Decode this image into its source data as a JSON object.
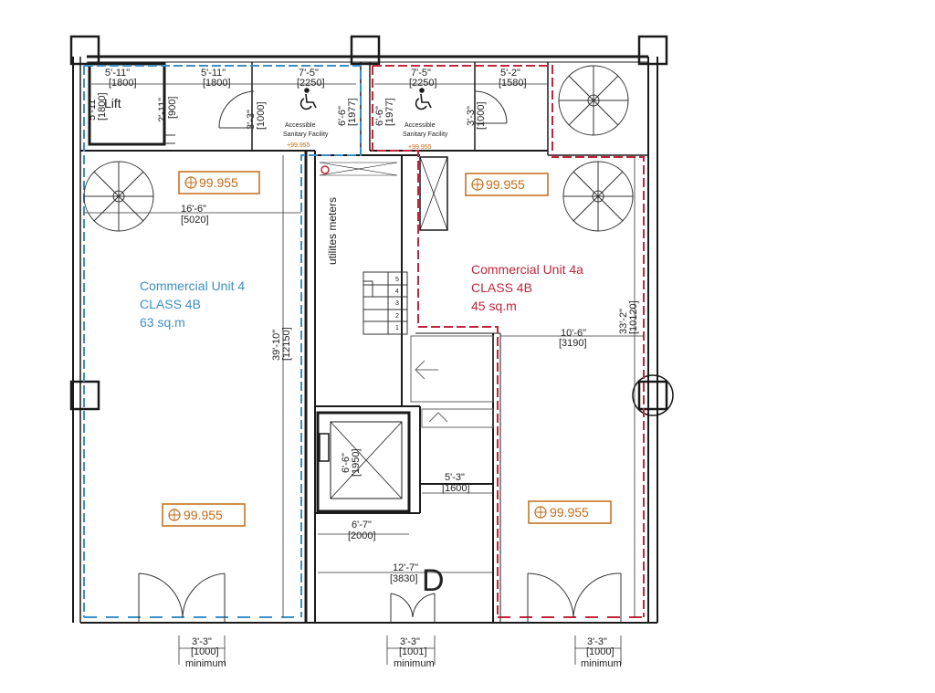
{
  "units": {
    "unit4": {
      "name": "Commercial Unit 4",
      "class": "CLASS 4B",
      "area": "63 sq.m"
    },
    "unit4a": {
      "name": "Commercial Unit 4a",
      "class": "CLASS 4B",
      "area": "45 sq.m"
    }
  },
  "rooms": {
    "lift_label": "Lift",
    "sanitary_left": {
      "line1": "Accessible",
      "line2": "Sanitary Facility",
      "level": "+99.955"
    },
    "sanitary_right": {
      "line1": "Accessible",
      "line2": "Sanitary Facility",
      "level": "+99.955"
    },
    "utilities": "utilites meters",
    "door_letter": "D"
  },
  "levels": {
    "unit4_top": "99.955",
    "unit4a_top": "99.955",
    "unit4_bottom": "99.955",
    "unit4a_bottom": "99.955"
  },
  "dimensions": {
    "d_5_11_top_a": {
      "imp": "5'-11\"",
      "met": "[1800]"
    },
    "d_5_11_top_b": {
      "imp": "5'-11\"",
      "met": "[1800]"
    },
    "d_7_5_left": {
      "imp": "7'-5\"",
      "met": "[2250]"
    },
    "d_7_5_right": {
      "imp": "7'-5\"",
      "met": "[2250]"
    },
    "d_5_2": {
      "imp": "5'-2\"",
      "met": "[1580]"
    },
    "d_lift_v": {
      "imp": "5'-11\"",
      "met": "[1800]"
    },
    "d_2_11": {
      "imp": "2'-11\"",
      "met": "[900]"
    },
    "d_3_3_left": {
      "imp": "3'-3\"",
      "met": "[1000]"
    },
    "d_6_6_left": {
      "imp": "6'-6\"",
      "met": "[1977]"
    },
    "d_6_6_right": {
      "imp": "6'-6\"",
      "met": "[1977]"
    },
    "d_3_3_right": {
      "imp": "3'-3\"",
      "met": "[1000]"
    },
    "d_16_6": {
      "imp": "16'-6\"",
      "met": "[5020]"
    },
    "d_39_10": {
      "imp": "39'-10\"",
      "met": "[12150]"
    },
    "d_33_2": {
      "imp": "33'-2\"",
      "met": "[10120]"
    },
    "d_10_6": {
      "imp": "10'-6\"",
      "met": "[3190]"
    },
    "d_lift_shaft": {
      "imp": "6'-6\"",
      "met": "[1950]"
    },
    "d_5_3": {
      "imp": "5'-3\"",
      "met": "[1600]"
    },
    "d_6_7": {
      "imp": "6'-7\"",
      "met": "[2000]"
    },
    "d_12_7": {
      "imp": "12'-7\"",
      "met": "[3830]"
    },
    "door_left": {
      "imp": "3'-3\"",
      "met": "[1000]",
      "note": "minimum"
    },
    "door_mid": {
      "imp": "3'-3\"",
      "met": "[1001]",
      "note": "minimum"
    },
    "door_right": {
      "imp": "3'-3\"",
      "met": "[1000]",
      "note": "minimum"
    }
  },
  "stairs": [
    "5",
    "4",
    "3",
    "2",
    "1"
  ],
  "colors": {
    "unit4_boundary": "#3b8fc6",
    "unit4a_boundary": "#c2253a",
    "levels": "#c46a15",
    "walls": "#1a1a1a"
  }
}
